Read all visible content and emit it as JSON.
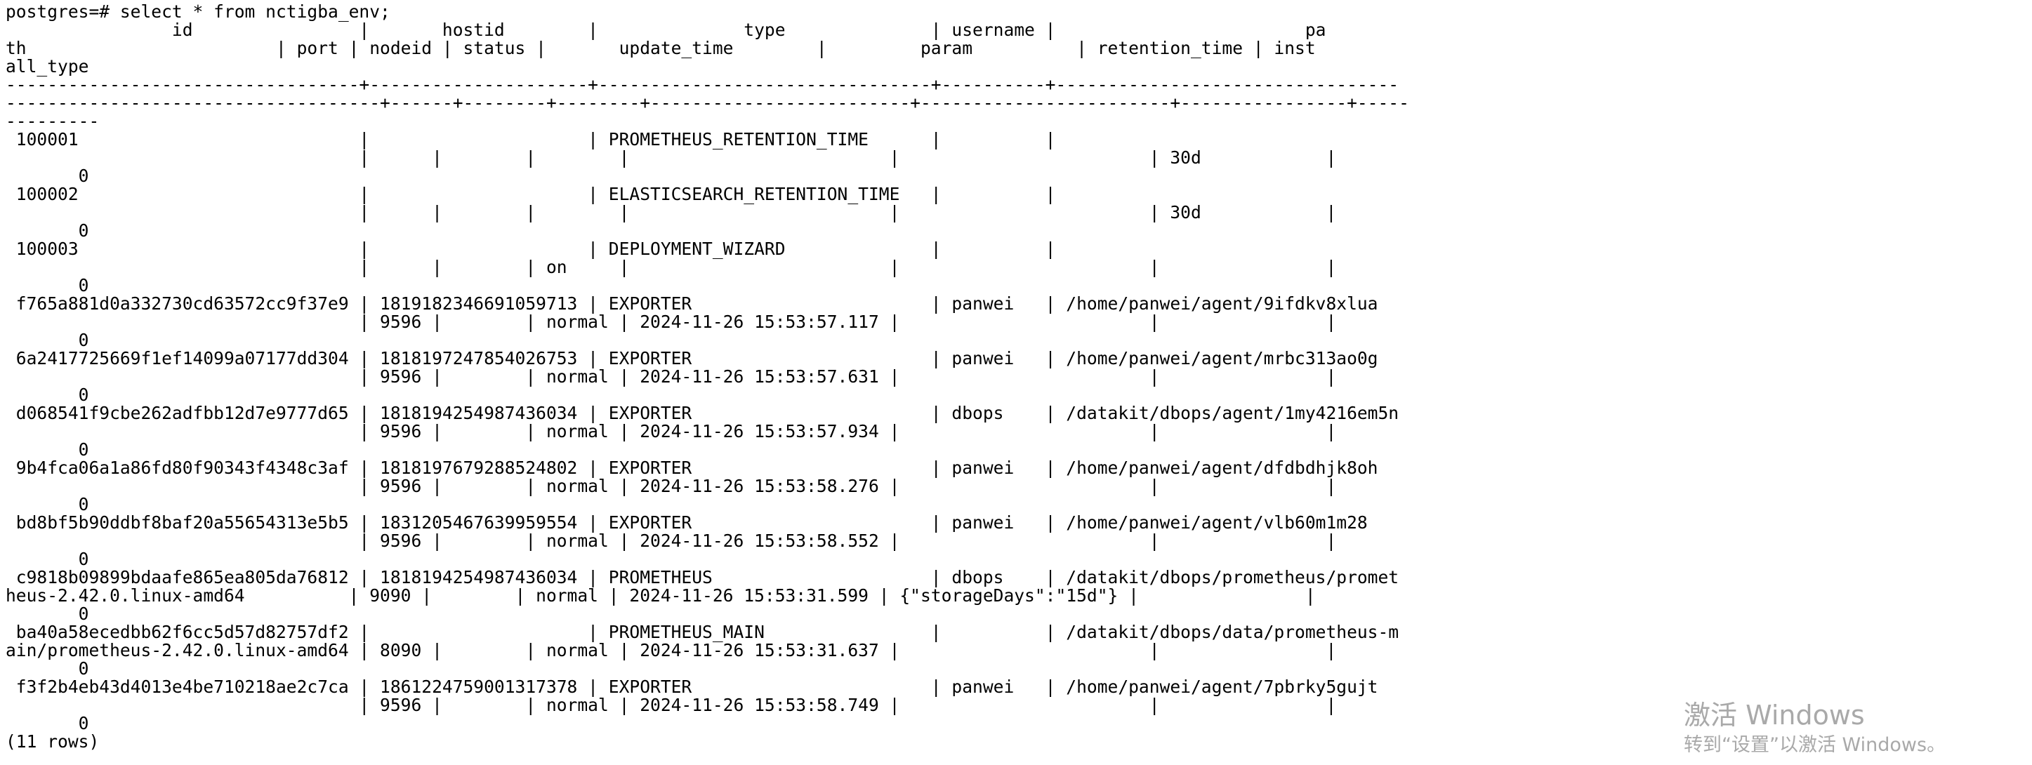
{
  "terminal": {
    "lines": [
      "postgres=# select * from nctigba_env;",
      "                id                |       hostid        |              type              | username |                        pa",
      "th                        | port | nodeid | status |       update_time        |         param          | retention_time | inst",
      "all_type",
      "----------------------------------+---------------------+--------------------------------+----------+---------------------------------",
      "------------------------------------+------+--------+--------+-------------------------+------------------------+----------------+-----",
      "---------",
      " 100001                           |                     | PROMETHEUS_RETENTION_TIME      |          |",
      "                                  |      |        |        |                         |                        | 30d            |",
      "       0",
      " 100002                           |                     | ELASTICSEARCH_RETENTION_TIME   |          |",
      "                                  |      |        |        |                         |                        | 30d            |",
      "       0",
      " 100003                           |                     | DEPLOYMENT_WIZARD              |          |",
      "                                  |      |        | on     |                         |                        |                |",
      "       0",
      " f765a881d0a332730cd63572cc9f37e9 | 1819182346691059713 | EXPORTER                       | panwei   | /home/panwei/agent/9ifdkv8xlua",
      "                                  | 9596 |        | normal | 2024-11-26 15:53:57.117 |                        |                |",
      "       0",
      " 6a2417725669f1ef14099a07177dd304 | 1818197247854026753 | EXPORTER                       | panwei   | /home/panwei/agent/mrbc313ao0g",
      "                                  | 9596 |        | normal | 2024-11-26 15:53:57.631 |                        |                |",
      "       0",
      " d068541f9cbe262adfbb12d7e9777d65 | 1818194254987436034 | EXPORTER                       | dbops    | /datakit/dbops/agent/1my4216em5n",
      "                                  | 9596 |        | normal | 2024-11-26 15:53:57.934 |                        |                |",
      "       0",
      " 9b4fca06a1a86fd80f90343f4348c3af | 1818197679288524802 | EXPORTER                       | panwei   | /home/panwei/agent/dfdbdhjk8oh",
      "                                  | 9596 |        | normal | 2024-11-26 15:53:58.276 |                        |                |",
      "       0",
      " bd8bf5b90ddbf8baf20a55654313e5b5 | 1831205467639959554 | EXPORTER                       | panwei   | /home/panwei/agent/vlb60m1m28",
      "                                  | 9596 |        | normal | 2024-11-26 15:53:58.552 |                        |                |",
      "       0",
      " c9818b09899bdaafe865ea805da76812 | 1818194254987436034 | PROMETHEUS                     | dbops    | /datakit/dbops/prometheus/promet",
      "heus-2.42.0.linux-amd64          | 9090 |        | normal | 2024-11-26 15:53:31.599 | {\"storageDays\":\"15d\"} |                |",
      "       0",
      " ba40a58ecedbb62f6cc5d57d82757df2 |                     | PROMETHEUS_MAIN                |          | /datakit/dbops/data/prometheus-m",
      "ain/prometheus-2.42.0.linux-amd64 | 8090 |        | normal | 2024-11-26 15:53:31.637 |                        |                |",
      "       0",
      " f3f2b4eb43d4013e4be710218ae2c7ca | 1861224759001317378 | EXPORTER                       | panwei   | /home/panwei/agent/7pbrky5gujt",
      "                                  | 9596 |        | normal | 2024-11-26 15:53:58.749 |                        |                |",
      "       0",
      "(11 rows)"
    ]
  },
  "watermark": {
    "title": "激活 Windows",
    "subtitle": "转到“设置”以激活 Windows。"
  }
}
